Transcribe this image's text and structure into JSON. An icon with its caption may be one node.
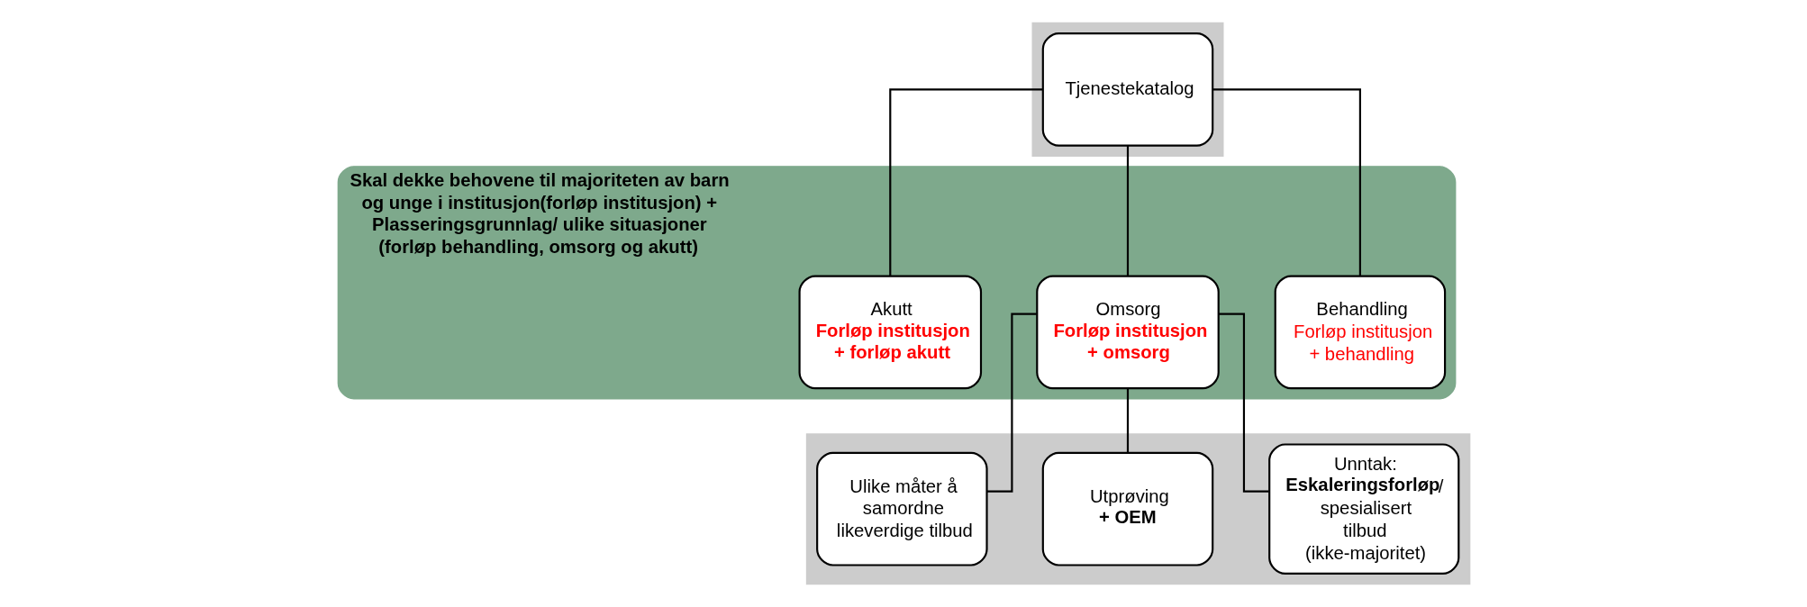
{
  "diagram": {
    "nodes": [
      {
        "text": [],
        "shape": "box"
      },
      {
        "text": [
          "Tjenestekatalog"
        ],
        "in": 0
      },
      {
        "text": [
          "Skal dekke behovene til majoriteten av barn og unge i institusjon(forløp institusjon) + Plasseringsgrunnlag/ ulike situasjoner (forløp behandling, omsorg og akutt)"
        ]
      },
      {
        "text": [
          "Akutt",
          "Forløp institusjon + forløp akutt"
        ],
        "in": 2
      },
      {
        "text": [
          "Omsorg",
          "Forløp institusjon + omsorg"
        ],
        "in": 2
      },
      {
        "text": [
          "Behandling",
          "Forløp institusjon + behandling"
        ],
        "in": 2
      },
      {
        "text": [],
        "shape": "box"
      },
      {
        "text": [
          "Ulike måter å samordne likeverdige tilbud"
        ],
        "in": 6
      },
      {
        "text": [
          "Utprøving",
          "+ OEM"
        ],
        "in": 6
      },
      {
        "text": [
          "Unntak:",
          "**Eskaleringsforløp**/ spesialisert tilbud",
          "(ikke-majoritet)"
        ],
        "in": 6
      }
    ],
    "edges": [
      {
        "from": 1,
        "to": 3,
        "arrow": "none"
      },
      {
        "from": 1,
        "to": 4,
        "arrow": "none"
      },
      {
        "from": 1,
        "to": 5,
        "arrow": "none"
      },
      {
        "from": 4,
        "to": 7,
        "arrow": "none"
      },
      {
        "from": 4,
        "to": 8,
        "arrow": "none"
      },
      {
        "from": 4,
        "to": 9,
        "arrow": "none"
      }
    ]
  }
}
